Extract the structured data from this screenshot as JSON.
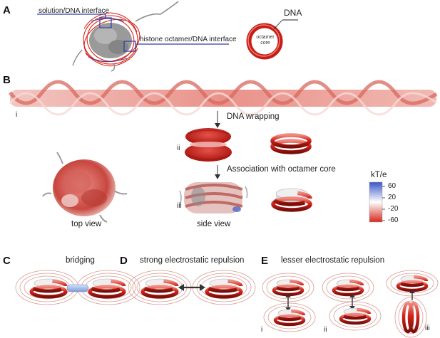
{
  "panels": {
    "a": {
      "letter": "A",
      "solution_interface_label": "solution/DNA interface",
      "octamer_interface_label": "histone octamer/DNA interface",
      "dna_label": "DNA",
      "octamer_core_label_line1": "octamer",
      "octamer_core_label_line2": "core"
    },
    "b": {
      "letter": "B",
      "step_i": "i",
      "step_ii": "ii",
      "step_iii": "iii",
      "wrapping_label": "DNA wrapping",
      "association_label": "Association with octamer core",
      "top_view_label": "top view",
      "side_view_label": "side view",
      "colorbar": {
        "title": "kT/e",
        "ticks": [
          "60",
          "20",
          "-20",
          "-60"
        ],
        "colors": {
          "positive": "#3b55c8",
          "neutral": "#ffffff",
          "negative": "#d42a1e"
        }
      }
    },
    "c": {
      "letter": "C",
      "title": "bridging"
    },
    "d": {
      "letter": "D",
      "title": "strong electrostatic repulsion"
    },
    "e": {
      "letter": "E",
      "title": "lesser electrostatic repulsion",
      "sub_i": "i",
      "sub_ii": "ii",
      "sub_iii": "iii"
    }
  }
}
